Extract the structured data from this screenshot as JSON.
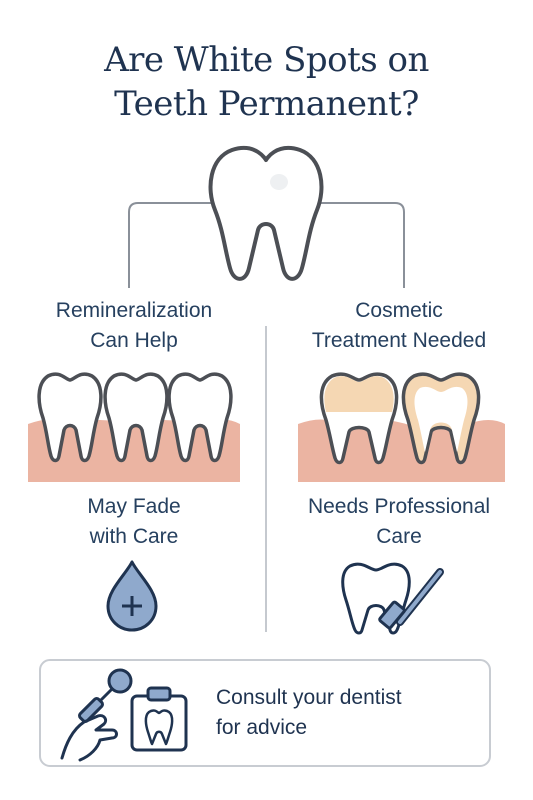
{
  "title": {
    "line1": "Are White Spots on",
    "line2": "Teeth Permanent?"
  },
  "left": {
    "heading_line1": "Remineralization",
    "heading_line2": "Can Help",
    "outcome_line1": "May Fade",
    "outcome_line2": "with Care",
    "icon": "water-drop-plus-icon"
  },
  "right": {
    "heading_line1": "Cosmetic",
    "heading_line2": "Treatment Needed",
    "outcome_line1": "Needs Professional",
    "outcome_line2": "Care",
    "icon": "tooth-brush-icon"
  },
  "consult": {
    "line1": "Consult your dentist",
    "line2": "for advice",
    "icons": [
      "dental-mirror-icon",
      "tooth-chart-icon"
    ]
  },
  "colors": {
    "navy": "#1f3350",
    "gum": "#ebb4a2",
    "tooth_outline": "#4c4f55",
    "stain": "#f5d7b3",
    "drop": "#8fa9cc"
  }
}
